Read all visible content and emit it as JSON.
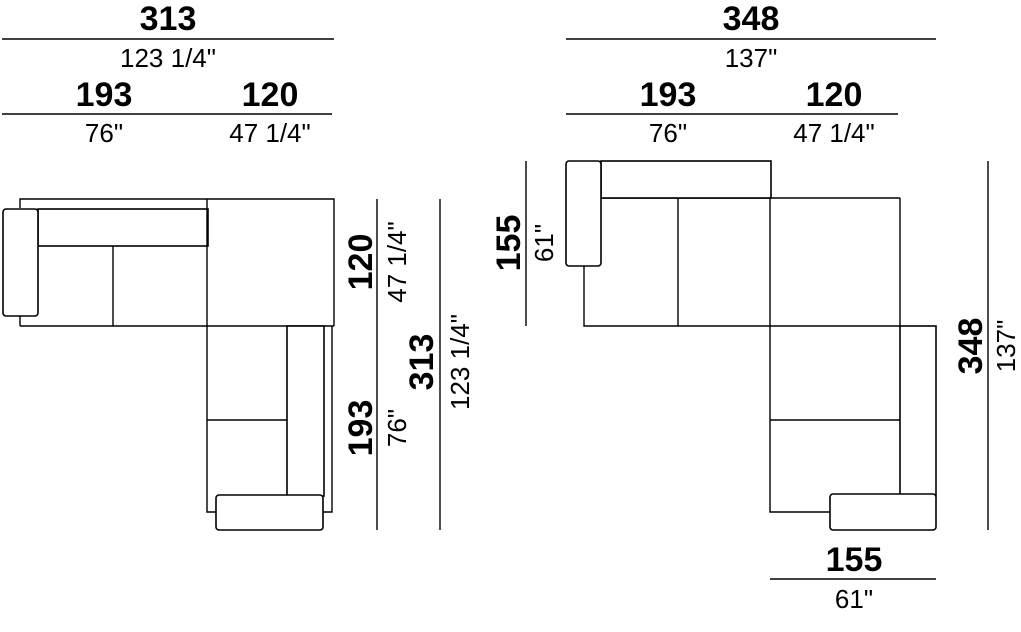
{
  "left_sofa": {
    "overall_width": {
      "cm": "313",
      "in": "123 1/4\""
    },
    "section_a_width": {
      "cm": "193",
      "in": "76\""
    },
    "section_b_width": {
      "cm": "120",
      "in": "47 1/4\""
    },
    "corner_depth": {
      "cm": "120",
      "in": "47 1/4\""
    },
    "chaise_depth": {
      "cm": "193",
      "in": "76\""
    },
    "overall_depth": {
      "cm": "313",
      "in": "123 1/4\""
    }
  },
  "right_sofa": {
    "overall_width": {
      "cm": "348",
      "in": "137\""
    },
    "section_a_width": {
      "cm": "193",
      "in": "76\""
    },
    "section_b_width": {
      "cm": "120",
      "in": "47 1/4\""
    },
    "arm_depth": {
      "cm": "155",
      "in": "61\""
    },
    "overall_depth": {
      "cm": "348",
      "in": "137\""
    },
    "bottom_width": {
      "cm": "155",
      "in": "61\""
    }
  },
  "colors": {
    "line": "#000000",
    "background": "#ffffff"
  }
}
